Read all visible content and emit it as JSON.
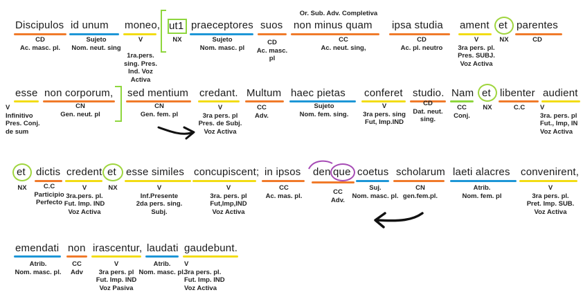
{
  "words": {
    "discipulos": "Discipulos",
    "id_unum": "id  unum",
    "moneo": "moneo,",
    "ut1": "ut1",
    "praeceptores": "praeceptores",
    "suos": "suos",
    "non_minus_quam": "non  minus  quam",
    "ipsa_studia": "ipsa  studia",
    "ament": "ament",
    "et1": "et",
    "parentes": "parentes",
    "esse": "esse",
    "non_corporum": "non  corporum,",
    "sed_mentium": "sed  mentium",
    "credant": "credant.",
    "multum": "Multum",
    "haec_pietas": "haec   pietas",
    "conferet": "conferet",
    "studio": "studio.",
    "nam": "Nam",
    "et2": "et",
    "libenter": "libenter",
    "audient": "audient",
    "et3": "et",
    "dictis": "dictis",
    "credent": "credent",
    "et4": "et",
    "esse_similes": "esse  similes",
    "concupiscent": "concupiscent;",
    "in_ipsos": "in  ipsos",
    "den": "den",
    "que": "que",
    "coetus": "coetus",
    "scholarum": "scholarum",
    "laeti_alacres": "laeti  alacres",
    "convenirent": "convenirent,",
    "emendati": "emendati",
    "non2": "non",
    "irascentur": "irascentur,",
    "laudati": "laudati",
    "gaudebunt": "gaudebunt."
  },
  "notes": {
    "or_sub": "Or. Sub. Adv. Completiva",
    "cd1": "CD\nAc. masc. pl.",
    "sujeto1": "Sujeto\nNom. neut. sing",
    "v_moneo": "V\n\n1ra.pers.\nsing. Pres.\nInd. Voz Activa",
    "nx1": "NX",
    "sujeto2": "Sujeto\nNom. masc. pl",
    "cd_suos": "CD\nAc. masc. pl",
    "cc_quam": "CC\nAc. neut. sing,",
    "cd_studia": "CD\nAc. pl. neutro",
    "v_ament": "V\n3ra pers. pl.\nPres. SUBJ.\nVoz Activa",
    "nx2": "NX",
    "cd_parentes": "CD",
    "v_esse": "V\nInfinitivo\nPres. Conj.\nde sum",
    "cn_corporum": "CN\nGen. neut. pl",
    "cn_mentium": "CN\nGen. fem. pl",
    "v_credant": "V\n3ra pers. pl\nPres. de Subj.\nVoz Activa",
    "cc_multum": "CC\nAdv.",
    "sujeto_pietas": "Sujeto\nNom. fem. sing.",
    "v_conferet": "V\n3ra pers. sing\nFut, Imp.IND",
    "cd_studio": "CD\nDat.  neut.\nsing.",
    "cc_nam": "CC\nConj.",
    "nx3": "NX",
    "cc_libenter": "C.C",
    "v_audient": "V\n3ra. pers. pl\nFut., Imp, IN\nVoz Activa",
    "nx4": "NX",
    "cc_dictis": "C.C\nParticipio\nPerfecto",
    "v_credent": "V\n3ra.pers. pl.\nFut. Imp. IND\nVoz Activa",
    "nx5": "NX",
    "v_esse2": "V\nInf.Presente\n2da pers. sing.\nSubj.",
    "v_concupiscent": "V\n3ra. pers. pl\nFut,Imp,IND\nVoz Activa",
    "cc_ipsos": "CC\nAc. mas. pl.",
    "cc_denique": "CC\nAdv.",
    "suj_coetus": "Suj.\nNom. masc. pl.",
    "cn_scholarum": "CN\ngen.fem.pl.",
    "atrib1": "Atrib.\nNom. fem. pl",
    "v_convenirent": "V\n3ra pers. pl.\nPret. Imp. SUB.\nVoz Activa",
    "atrib2": "Atrib.\nNom. masc. pl.",
    "cc_non": "CC\nAdv",
    "v_irascentur": "V\n3ra pers. pl\nFut. Imp. IND\nVoz Pasiva",
    "atrib3": "Atrib.\nNom. masc. pl.",
    "v_gaudebunt": "V\n3ra pers. pl.\nFut. Imp. IND\nVoz Activa"
  },
  "colors": {
    "orange": "#f07a2a",
    "blue": "#1d96d6",
    "yellow": "#f2dc14",
    "green": "#8ed63d",
    "purple": "#a64bb5",
    "ink": "#1a1a1a"
  },
  "icons": [
    "curved-arrow-icon",
    "curved-arrow-left-icon"
  ]
}
